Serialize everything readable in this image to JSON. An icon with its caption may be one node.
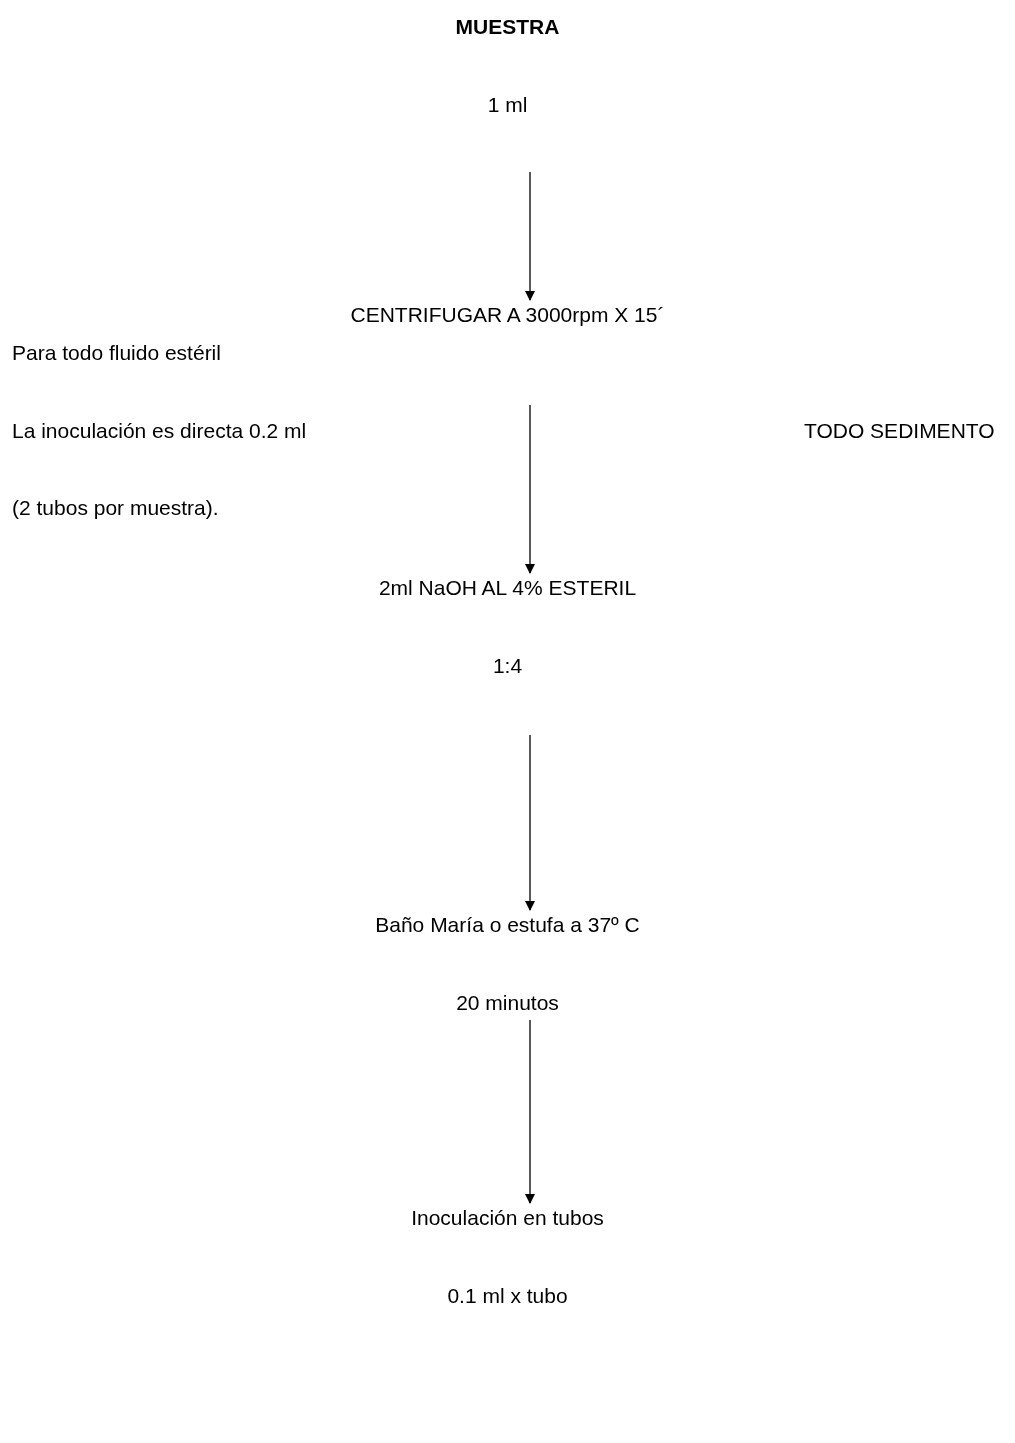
{
  "diagram": {
    "nodes": [
      {
        "text": [
          "MUESTRA",
          "1 ml"
        ]
      },
      {
        "text": [
          "CENTRIFUGAR A 3000rpm X 15´"
        ]
      },
      {
        "text": [
          "2ml NaOH AL 4% ESTERIL",
          "1:4"
        ]
      },
      {
        "text": [
          "Baño María o estufa a 37º C",
          "20 minutos"
        ]
      },
      {
        "text": [
          "Inoculación en tubos",
          "0.1 ml x tubo"
        ]
      }
    ],
    "edges": [
      {
        "from": 0,
        "to": 1,
        "arrow": "to"
      },
      {
        "from": 1,
        "to": 2,
        "arrow": "to"
      },
      {
        "from": 2,
        "to": 3,
        "arrow": "to"
      },
      {
        "from": 3,
        "to": 4,
        "arrow": "to"
      }
    ],
    "labels": [
      "Para todo fluido estéril",
      "La inoculación es directa 0.2 ml",
      "TODO SEDIMENTO",
      "(2 tubos por muestra)."
    ]
  }
}
